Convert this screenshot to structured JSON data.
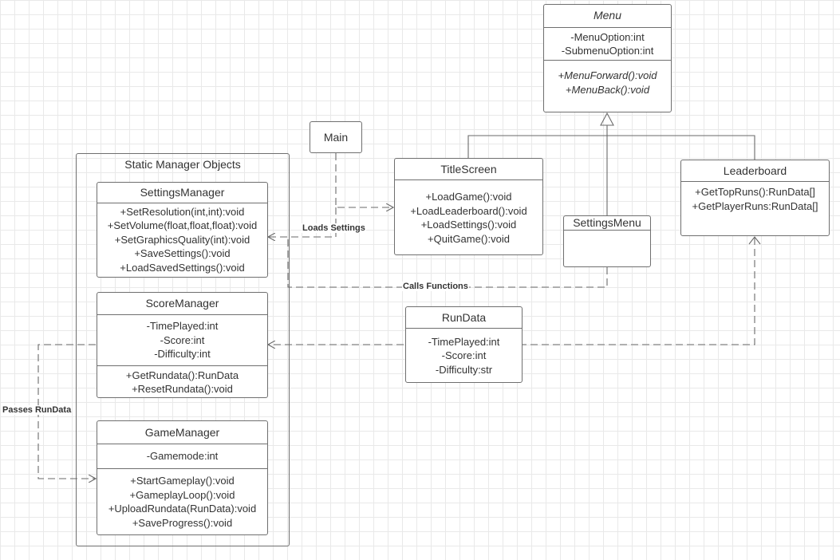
{
  "menu": {
    "title": "Menu",
    "attributes": [
      "-MenuOption:int",
      "-SubmenuOption:int"
    ],
    "methods": [
      "+MenuForward():void",
      "+MenuBack():void"
    ]
  },
  "main": {
    "title": "Main"
  },
  "title_screen": {
    "title": "TitleScreen",
    "methods": [
      "+LoadGame():void",
      "+LoadLeaderboard():void",
      "+LoadSettings():void",
      "+QuitGame():void"
    ]
  },
  "leaderboard": {
    "title": "Leaderboard",
    "methods": [
      "+GetTopRuns():RunData[]",
      "+GetPlayerRuns:RunData[]"
    ]
  },
  "settings_menu": {
    "title": "SettingsMenu"
  },
  "run_data": {
    "title": "RunData",
    "attributes": [
      "-TimePlayed:int",
      "-Score:int",
      "-Difficulty:str"
    ]
  },
  "static_group": {
    "title": "Static Manager Objects",
    "settings_manager": {
      "title": "SettingsManager",
      "methods": [
        "+SetResolution(int,int):void",
        "+SetVolume(float,float,float):void",
        "+SetGraphicsQuality(int):void",
        "+SaveSettings():void",
        "+LoadSavedSettings():void"
      ]
    },
    "score_manager": {
      "title": "ScoreManager",
      "attributes": [
        "-TimePlayed:int",
        "-Score:int",
        "-Difficulty:int"
      ],
      "methods": [
        "+GetRundata():RunData",
        "+ResetRundata():void"
      ]
    },
    "game_manager": {
      "title": "GameManager",
      "attributes": [
        "-Gamemode:int"
      ],
      "methods": [
        "+StartGameplay():void",
        "+GameplayLoop():void",
        "+UploadRundata(RunData):void",
        "+SaveProgress():void"
      ]
    }
  },
  "edge_labels": {
    "loads_settings": "Loads Settings",
    "calls_functions": "Calls Functions",
    "passes_rundata": "Passes RunData"
  }
}
